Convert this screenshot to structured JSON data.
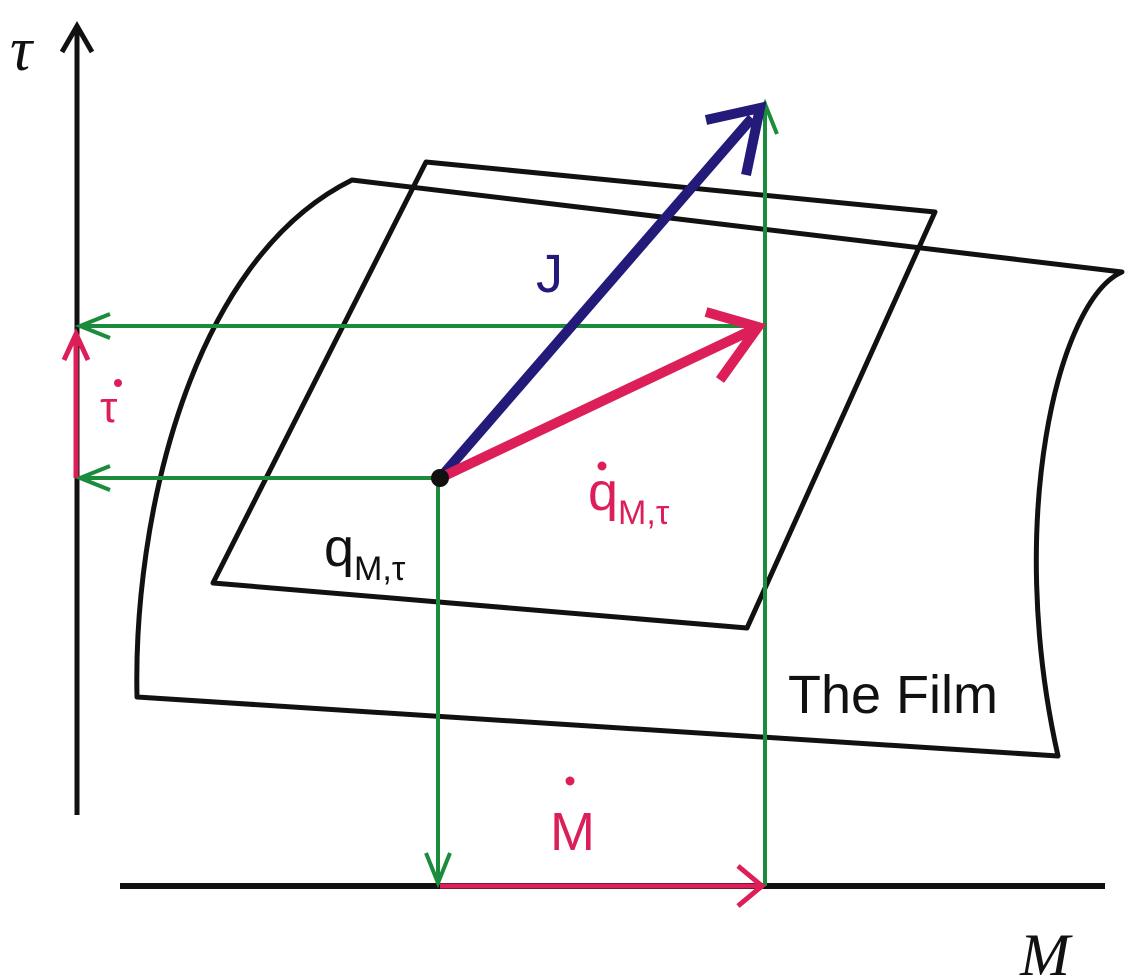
{
  "labels": {
    "tau_axis": "τ",
    "m_axis": "M",
    "tau_dot": "τ",
    "j_vector": "J",
    "q_dot": "q",
    "q_dot_sub": "M,τ",
    "q_point": "q",
    "q_point_sub": "M,τ",
    "m_dot": "M",
    "film": "The Film"
  },
  "colors": {
    "black": "#111111",
    "green": "#1a8c3c",
    "red": "#dc1f58",
    "navy": "#231a7a"
  }
}
